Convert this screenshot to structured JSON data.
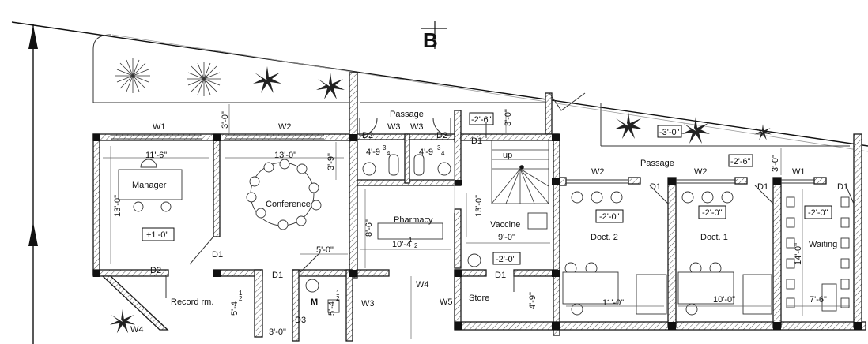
{
  "section_marker": "B",
  "walls_titles": {
    "passage_top": "Passage",
    "passage_mid": "Passage"
  },
  "windows": {
    "w1_a": "W1",
    "w2_a": "W2",
    "w3_a": "W3",
    "w3_b": "W3",
    "w2_b": "W2",
    "w2_c": "W2",
    "w1_b": "W1",
    "w4_a": "W4",
    "w4_b": "W4",
    "w5": "W5",
    "w3_c": "W3"
  },
  "doors": {
    "d2_a": "D2",
    "d2_b": "D2",
    "d1_a": "D1",
    "d1_b": "D1",
    "d1_c": "D1",
    "d1_d": "D1",
    "d1_e": "D1",
    "d1_f": "D1",
    "d1_g": "D1",
    "d2_c": "D2",
    "d3": "D3"
  },
  "rooms": {
    "manager": "Manager",
    "conference": "Conference",
    "pharmacy": "Pharmacy",
    "vaccine": "Vaccine",
    "doct2": "Doct. 2",
    "doct1": "Doct. 1",
    "waiting": "Waiting",
    "record": "Record rm.",
    "store": "Store",
    "m": "M",
    "up": "up"
  },
  "levels": {
    "l1": "-2'-6\"",
    "l2": "-3'-0\"",
    "l3": "-2'-6\"",
    "l4": "+1'-0\"",
    "l5": "-2'-0\"",
    "l6": "-2'-0\"",
    "l7": "-2'-0\"",
    "l8": "-2'-0\""
  },
  "dimensions": {
    "d_11_6": "11'-6\"",
    "d_13_0_h": "13'-0\"",
    "d_13_0_v": "13'-0\"",
    "d_3_0_a": "3'-0\"",
    "d_3_9": "3'-9\"",
    "d_4_9a": "4'-9",
    "d_4_9b": "4'-9",
    "d_8_6": "8'-6\"",
    "d_13_0_pharm": "13'-0\"",
    "d_10_4": "10'-4",
    "d_9_0": "9'-0\"",
    "d_5_0": "5'-0\"",
    "d_11_0": "11'-0\"",
    "d_10_0": "10'-0\"",
    "d_7_6": "7'-6\"",
    "d_14_0": "14'-0\"",
    "d_3_0_b": "3'-0\"",
    "d_3_0_c": "3'-0\"",
    "d_5_4": "5'-4",
    "d_5_4b": "5'-4",
    "d_4_9c": "4'-9\"",
    "d_3_0_bottom": "3'-0\"",
    "half": "1",
    "half_den": "2",
    "three_q": "3",
    "three_q_den": "4"
  }
}
